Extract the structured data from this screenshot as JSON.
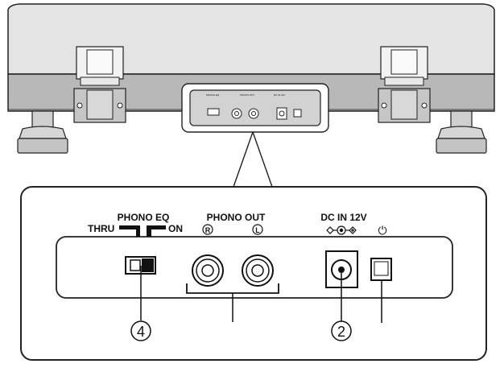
{
  "rear_panel": {
    "phono_eq": {
      "title": "PHONO EQ",
      "thru_label": "THRU",
      "on_label": "ON"
    },
    "phono_out": {
      "title": "PHONO OUT",
      "right_label": "R",
      "left_label": "L"
    },
    "dc_in": {
      "title": "DC IN 12V"
    },
    "power": {
      "symbol": "⏻",
      "icon": "power-icon"
    }
  },
  "callouts": {
    "eq_switch_number": "4",
    "dc_in_number": "2"
  }
}
